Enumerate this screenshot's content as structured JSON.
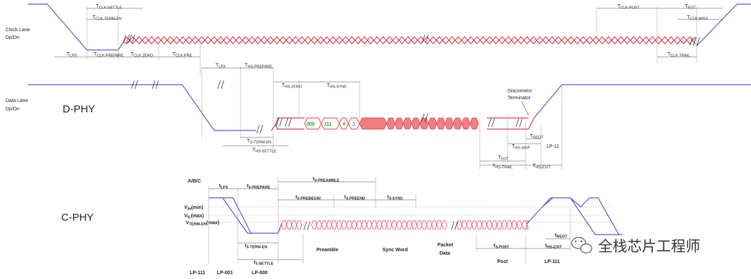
{
  "colors": {
    "lp": "#5555dd",
    "hs": "#e03a4a",
    "hs_fill": "#f08080",
    "bits": "#2a9a3a",
    "watermark": "#333333"
  },
  "dphy": {
    "title": "D-PHY",
    "clock_lane_label": [
      "Clock Lane",
      "Dp/Dn"
    ],
    "data_lane_label": [
      "Data Lane",
      "Dp/Dn"
    ],
    "clock_timings": {
      "t_clk_settle": [
        "T",
        "CLK-SETTLE"
      ],
      "t_clk_term_en": [
        "T",
        "CLK-TERM-EN"
      ],
      "t_lpx": [
        "T",
        "LPX"
      ],
      "t_clk_prepare": [
        "T",
        "CLK-PREPARE"
      ],
      "t_clk_zero": [
        "T",
        "CLK-ZERO"
      ],
      "t_clk_pre": [
        "T",
        "CLK-PRE"
      ],
      "t_clk_post": [
        "T",
        "CLK-POST"
      ],
      "t_eot": [
        "T",
        "EOT"
      ],
      "t_clk_miss": [
        "T",
        "CLK-MISS"
      ],
      "t_clk_trail": [
        "T",
        "CLK-TRAIL"
      ]
    },
    "data_timings": {
      "t_lpx": [
        "T",
        "LPX"
      ],
      "t_hs_prepare": [
        "T",
        "HS-PREPARE"
      ],
      "t_hs_zero": [
        "T",
        "HS-ZERO"
      ],
      "t_hs_sync": [
        "T",
        "HS-SYNC"
      ],
      "t_d_term_en": [
        "T",
        "D-TERM-EN"
      ],
      "t_hs_settle": [
        "T",
        "HS-SETTLE"
      ],
      "t_reot": [
        "T",
        "REOT"
      ],
      "t_hs_skip": [
        "T",
        "HS-SKIP"
      ],
      "t_eot": [
        "T",
        "EOT"
      ],
      "t_hs_trail": [
        "T",
        "HS-TRAIL"
      ],
      "t_hs_exit": [
        "T",
        "HS-EXIT"
      ]
    },
    "disconnect_terminator": [
      "Disconnect",
      "Terminator"
    ],
    "lp11": "LP-11",
    "sync_bits": [
      "000",
      "111",
      "0",
      "1"
    ]
  },
  "cphy": {
    "title": "C-PHY",
    "wire_label": "A/B/C",
    "levels": [
      {
        "main": "V",
        "sub": "IH",
        "tail": "(min)"
      },
      {
        "main": "V",
        "sub": "IL",
        "tail": "(max)"
      },
      {
        "main": "V",
        "sub": "TERM-EN",
        "tail": "(max)"
      }
    ],
    "timings": {
      "t_lpx": [
        "t",
        "LPX"
      ],
      "t_prepare": [
        "t",
        "3-PREPARE"
      ],
      "t_preamble": [
        "t",
        "3-PREAMBLE"
      ],
      "t_prebegin": [
        "t",
        "3-PREBEGIN"
      ],
      "t_preend": [
        "t",
        "3-PREEND"
      ],
      "t_sync": [
        "t",
        "3-SYNC"
      ],
      "t_term_en": [
        "t",
        "3-TERM-EN"
      ],
      "t_settle": [
        "t",
        "3-SETTLE"
      ],
      "t_post": [
        "t",
        "3-POST"
      ],
      "t_reot": [
        "t",
        "REOT"
      ],
      "t_hs_exit": [
        "t",
        "HS-EXIT"
      ]
    },
    "sections": [
      [
        "Preamble"
      ],
      [
        "Sync Word"
      ],
      [
        "Packet",
        "Data"
      ],
      [
        "Post"
      ]
    ],
    "states": [
      "LP-111",
      "LP-001",
      "LP-000",
      "LP-111"
    ]
  },
  "watermark": "全栈芯片工程师"
}
